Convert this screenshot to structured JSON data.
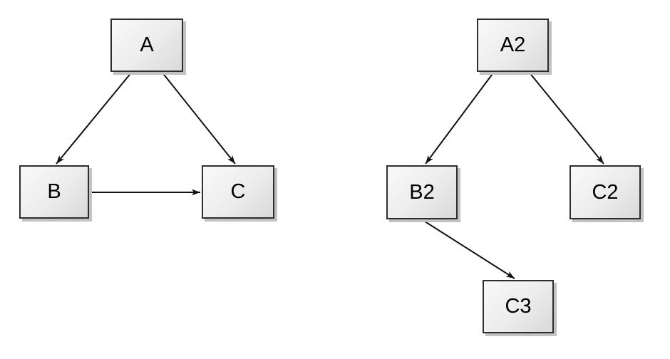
{
  "diagrams": [
    {
      "id": "left-graph",
      "nodes": [
        {
          "id": "A",
          "label": "A"
        },
        {
          "id": "B",
          "label": "B"
        },
        {
          "id": "C",
          "label": "C"
        }
      ],
      "edges": [
        {
          "from": "A",
          "to": "B"
        },
        {
          "from": "A",
          "to": "C"
        },
        {
          "from": "B",
          "to": "C"
        }
      ]
    },
    {
      "id": "right-graph",
      "nodes": [
        {
          "id": "A2",
          "label": "A2"
        },
        {
          "id": "B2",
          "label": "B2"
        },
        {
          "id": "C2",
          "label": "C2"
        },
        {
          "id": "C3",
          "label": "C3"
        }
      ],
      "edges": [
        {
          "from": "A2",
          "to": "B2"
        },
        {
          "from": "A2",
          "to": "C2"
        },
        {
          "from": "B2",
          "to": "C3"
        }
      ]
    }
  ],
  "colors": {
    "background": "#ffffff",
    "node_border": "#2e2e2e",
    "node_fill_light": "#f9f9f9",
    "node_fill_dark": "#d9d9d9",
    "node_shadow": "#c2c2c2",
    "edge": "#111111",
    "label": "#000000"
  }
}
